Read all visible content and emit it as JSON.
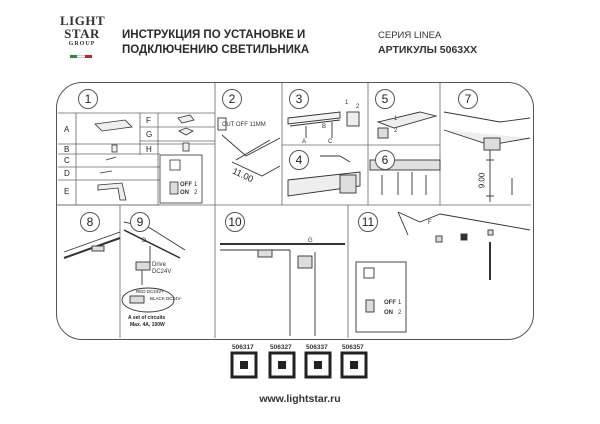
{
  "logo": {
    "line1": "LIGHT",
    "line2": "STAR",
    "line3": "GROUP",
    "flag_colors": [
      "#2e8b3a",
      "#ffffff",
      "#c8202a"
    ]
  },
  "title": {
    "line1": "ИНСТРУКЦИЯ ПО УСТАНОВКЕ И",
    "line2": "ПОДКЛЮЧЕНИЮ СВЕТИЛЬНИКА"
  },
  "series": {
    "label": "СЕРИЯ LINEA",
    "articles": "АРТИКУЛЫ 5063XX"
  },
  "steps": [
    "1",
    "2",
    "3",
    "4",
    "5",
    "6",
    "7",
    "8",
    "9",
    "10",
    "11"
  ],
  "parts_table": {
    "left": [
      "A",
      "B",
      "C",
      "D",
      "E"
    ],
    "right": [
      "F",
      "G",
      "H"
    ]
  },
  "step2": {
    "cut_text": "CUT OFF 11MM",
    "dim": "11.00"
  },
  "step3": {
    "markers": [
      "A",
      "B",
      "C",
      "1",
      "2"
    ]
  },
  "step5": {
    "markers": [
      "1",
      "2"
    ]
  },
  "step7": {
    "dim": "9.00"
  },
  "step9": {
    "letter": "D",
    "drive": "Drive",
    "voltage": "DC24V",
    "red": "RED DC24V+",
    "black": "BLACK DC24V-",
    "circuits": "A set of circuits",
    "max": "Max. 4A, 100W"
  },
  "step10": {
    "letter": "G"
  },
  "step11": {
    "letter": "F"
  },
  "switch": {
    "off": "OFF",
    "on": "ON",
    "m1": "1",
    "m2": "2"
  },
  "qr_codes": [
    "506317",
    "506327",
    "506337",
    "506357"
  ],
  "website": "www.lightstar.ru"
}
